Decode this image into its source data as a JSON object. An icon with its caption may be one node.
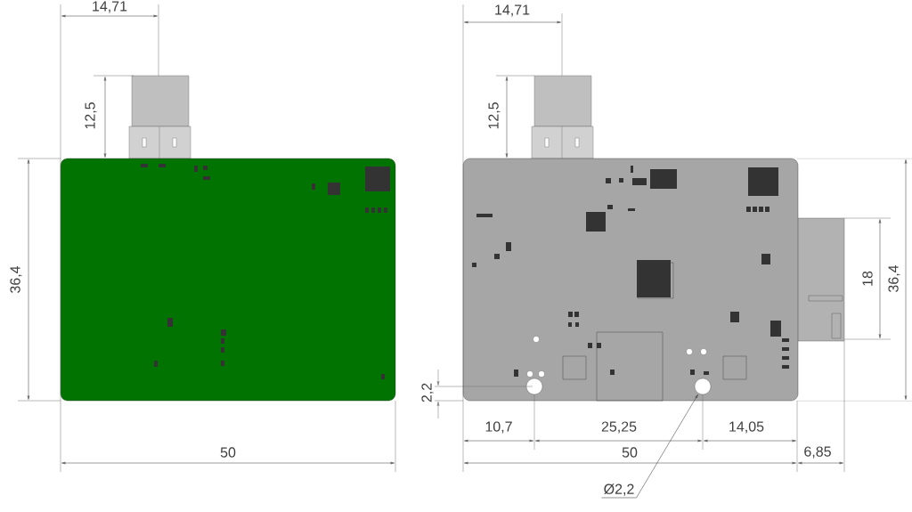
{
  "diagram": {
    "nodes": [
      {
        "text": [
          "Ø2,2"
        ]
      },
      {
        "text": [],
        "shape": "circle"
      }
    ],
    "edges": [
      {
        "from": 0,
        "to": 1,
        "arrow": "to"
      }
    ],
    "labels": [
      "14,71",
      "12,5",
      "36,4",
      "50",
      "14,71",
      "12,5",
      "2,2",
      "36,4",
      "18",
      "10,7",
      "25,25",
      "14,05",
      "50",
      "6,85"
    ]
  }
}
